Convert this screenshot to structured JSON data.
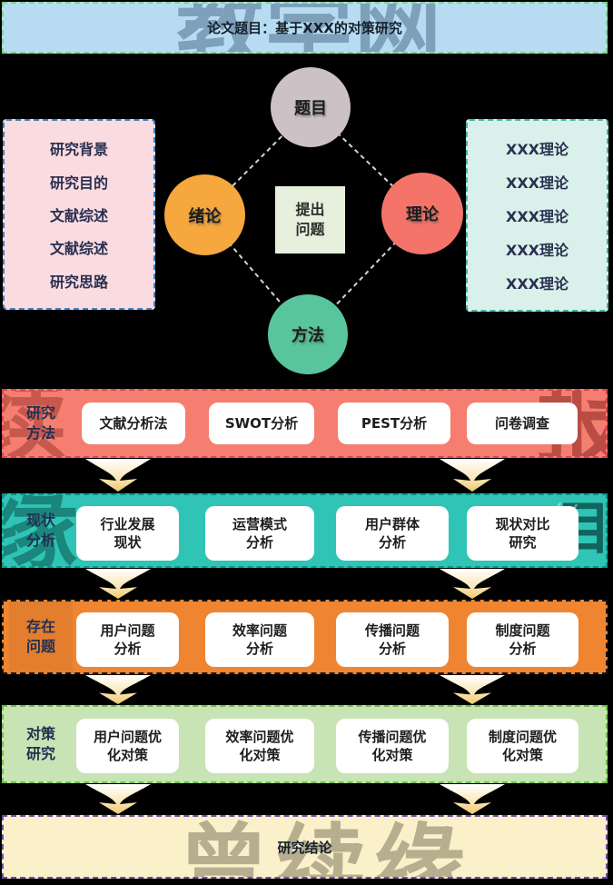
{
  "title_banner": {
    "text": "论文题目：基于XXX的对策研究"
  },
  "hub": {
    "top_circle": "题目",
    "left_circle": "绪论",
    "right_circle": "理论",
    "bottom_circle": "方法",
    "center_line1": "提出",
    "center_line2": "问题"
  },
  "intro_box": {
    "items": [
      "研究背景",
      "研究目的",
      "文献综述",
      "文献综述",
      "研究思路"
    ]
  },
  "theory_box": {
    "items": [
      "XXX理论",
      "XXX理论",
      "XXX理论",
      "XXX理论",
      "XXX理论"
    ]
  },
  "rows": [
    {
      "label_line1": "研究",
      "label_line2": "方法",
      "items": [
        {
          "line1": "文献分析法",
          "line2": ""
        },
        {
          "line1": "SWOT分析",
          "line2": ""
        },
        {
          "line1": "PEST分析",
          "line2": ""
        },
        {
          "line1": "问卷调查",
          "line2": ""
        }
      ]
    },
    {
      "label_line1": "现状",
      "label_line2": "分析",
      "items": [
        {
          "line1": "行业发展",
          "line2": "现状"
        },
        {
          "line1": "运营模式",
          "line2": "分析"
        },
        {
          "line1": "用户群体",
          "line2": "分析"
        },
        {
          "line1": "现状对比",
          "line2": "研究"
        }
      ]
    },
    {
      "label_line1": "存在",
      "label_line2": "问题",
      "items": [
        {
          "line1": "用户问题",
          "line2": "分析"
        },
        {
          "line1": "效率问题",
          "line2": "分析"
        },
        {
          "line1": "传播问题",
          "line2": "分析"
        },
        {
          "line1": "制度问题",
          "line2": "分析"
        }
      ]
    },
    {
      "label_line1": "对策",
      "label_line2": "研究",
      "items": [
        {
          "line1": "用户问题优",
          "line2": "化对策"
        },
        {
          "line1": "效率问题优",
          "line2": "化对策"
        },
        {
          "line1": "传播问题优",
          "line2": "化对策"
        },
        {
          "line1": "制度问题优",
          "line2": "化对策"
        }
      ]
    }
  ],
  "conclusion_banner": {
    "text": "研究结论"
  },
  "watermarks": {
    "top": "教学网",
    "bottom": "曾续缘",
    "red_row_left": "续",
    "red_row_right": "报",
    "teal_row_left": "缘",
    "teal_row_right": "目",
    "teal_row_marks": "╱╱"
  },
  "colors": {
    "background": "#000000",
    "title_banner_fill": "#B7DCF2",
    "title_banner_border": "#7ED08D",
    "intro_box_fill": "#FADBE0",
    "intro_box_border": "#3E7FC1",
    "theory_box_fill": "#D9F1EA",
    "theory_box_border": "#45B4A5",
    "circle_title": "#CCC1C5",
    "circle_intro": "#F6A73E",
    "circle_theory": "#F4746A",
    "circle_method": "#58C59C",
    "center_square_fill": "#E7F0DC",
    "row_methods_fill": "#F57E70",
    "row_methods_border": "#D8454F",
    "row_status_fill": "#2FC4B5",
    "row_status_border": "#0F9488",
    "row_problems_fill": "#EF8531",
    "row_problems_border": "#141414",
    "row_strategy_fill": "#C8E3B4",
    "row_strategy_border": "#6EC04B",
    "conclusion_fill": "#FAF0C9",
    "conclusion_border": "#6C4FA1",
    "arrow_yellow": "#EFC96F"
  }
}
